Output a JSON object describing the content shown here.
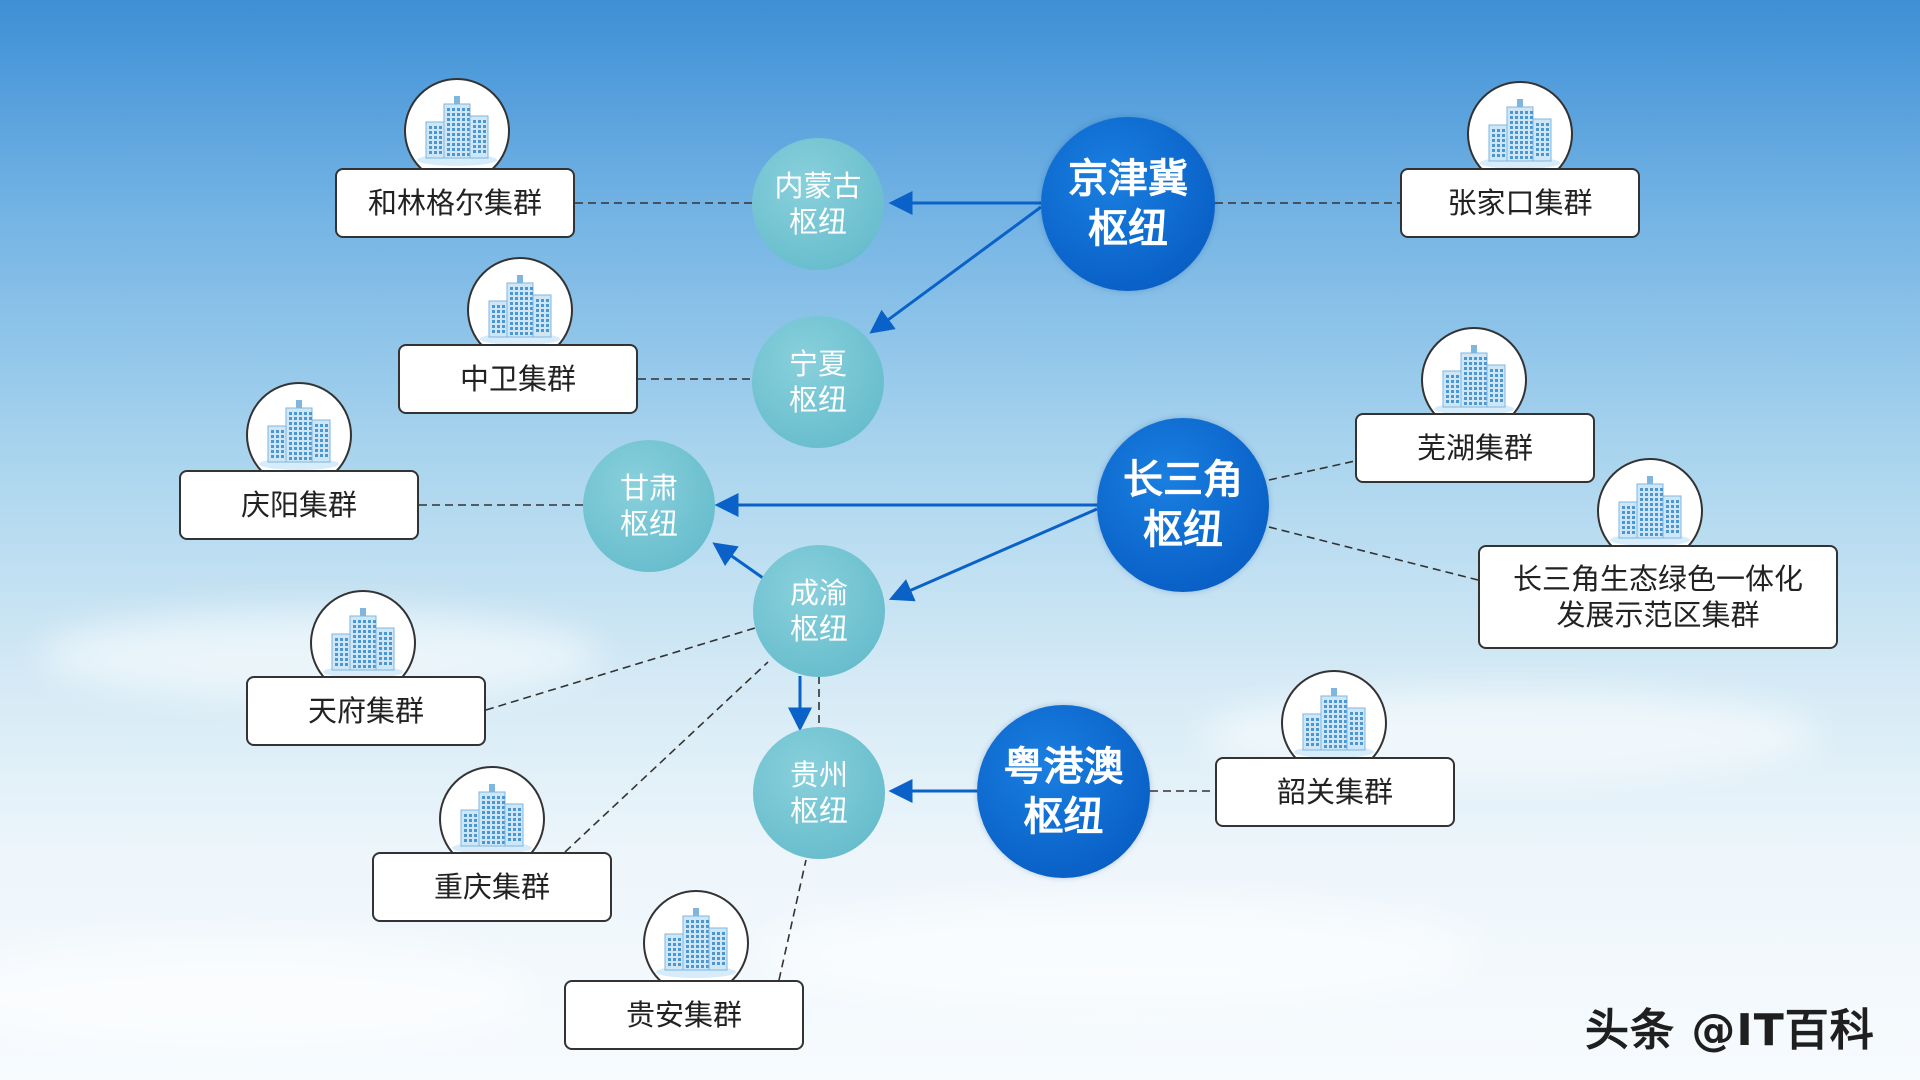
{
  "colors": {
    "hub": "#0a62c8",
    "node": "#6bbfce",
    "arrow": "#0a62c8",
    "dash": "#333333"
  },
  "hubs": [
    {
      "id": "jjj",
      "label": "京津冀\n枢纽"
    },
    {
      "id": "csj",
      "label": "长三角\n枢纽"
    },
    {
      "id": "ygа",
      "label": "粤港澳\n枢纽"
    }
  ],
  "nodes": [
    {
      "id": "nmg",
      "label": "内蒙古\n枢纽"
    },
    {
      "id": "nx",
      "label": "宁夏\n枢纽"
    },
    {
      "id": "gs",
      "label": "甘肃\n枢纽"
    },
    {
      "id": "cy",
      "label": "成渝\n枢纽"
    },
    {
      "id": "gz",
      "label": "贵州\n枢纽"
    }
  ],
  "clusters": [
    {
      "id": "hlge",
      "label": "和林格尔集群"
    },
    {
      "id": "zw",
      "label": "中卫集群"
    },
    {
      "id": "qy",
      "label": "庆阳集群"
    },
    {
      "id": "tf",
      "label": "天府集群"
    },
    {
      "id": "cq",
      "label": "重庆集群"
    },
    {
      "id": "ga",
      "label": "贵安集群"
    },
    {
      "id": "zjk",
      "label": "张家口集群"
    },
    {
      "id": "wh",
      "label": "芜湖集群"
    },
    {
      "id": "csjst",
      "label": "长三角生态绿色一体化\n发展示范区集群"
    },
    {
      "id": "sg",
      "label": "韶关集群"
    }
  ],
  "icons": {
    "building": "building-icon",
    "arrowhead": "arrowhead-icon"
  },
  "watermark": "头条 @IT百科"
}
